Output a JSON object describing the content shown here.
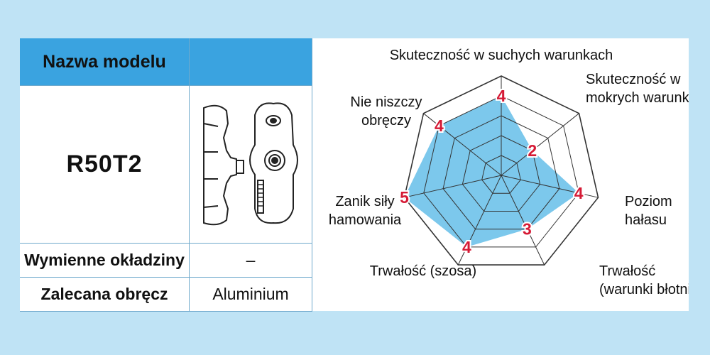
{
  "table": {
    "header_label": "Nazwa modelu",
    "header_value": "",
    "model": "R50T2",
    "rows": [
      {
        "label": "Wymienne okładziny",
        "value": "–"
      },
      {
        "label": "Zalecana obręcz",
        "value": "Aluminium"
      }
    ]
  },
  "colors": {
    "header": "#3aa3e0",
    "background": "#bfe3f5",
    "fill": "#7cc8ec",
    "value_text": "#d51a35",
    "grid": "#333333"
  },
  "chart_data": {
    "type": "radar",
    "max": 5,
    "levels": 5,
    "categories": [
      "Skuteczność w suchych warunkach",
      "Skuteczność w mokrych warunkach",
      "Poziom hałasu",
      "Trwałość (warunki błotniste)",
      "Trwałość (szosa)",
      "Zanik siły hamowania",
      "Nie niszczy obręczy"
    ],
    "axis_labels": [
      [
        "Skuteczność w suchych warunkach"
      ],
      [
        "Skuteczność w",
        "mokrych warunkach"
      ],
      [
        "Poziom",
        "hałasu"
      ],
      [
        "Trwałość",
        "(warunki błotniste)"
      ],
      [
        "Trwałość (szosa)"
      ],
      [
        "Zanik siły",
        "hamowania"
      ],
      [
        "Nie niszczy",
        "obręczy"
      ]
    ],
    "values": [
      4,
      2,
      4,
      3,
      4,
      5,
      4
    ]
  }
}
